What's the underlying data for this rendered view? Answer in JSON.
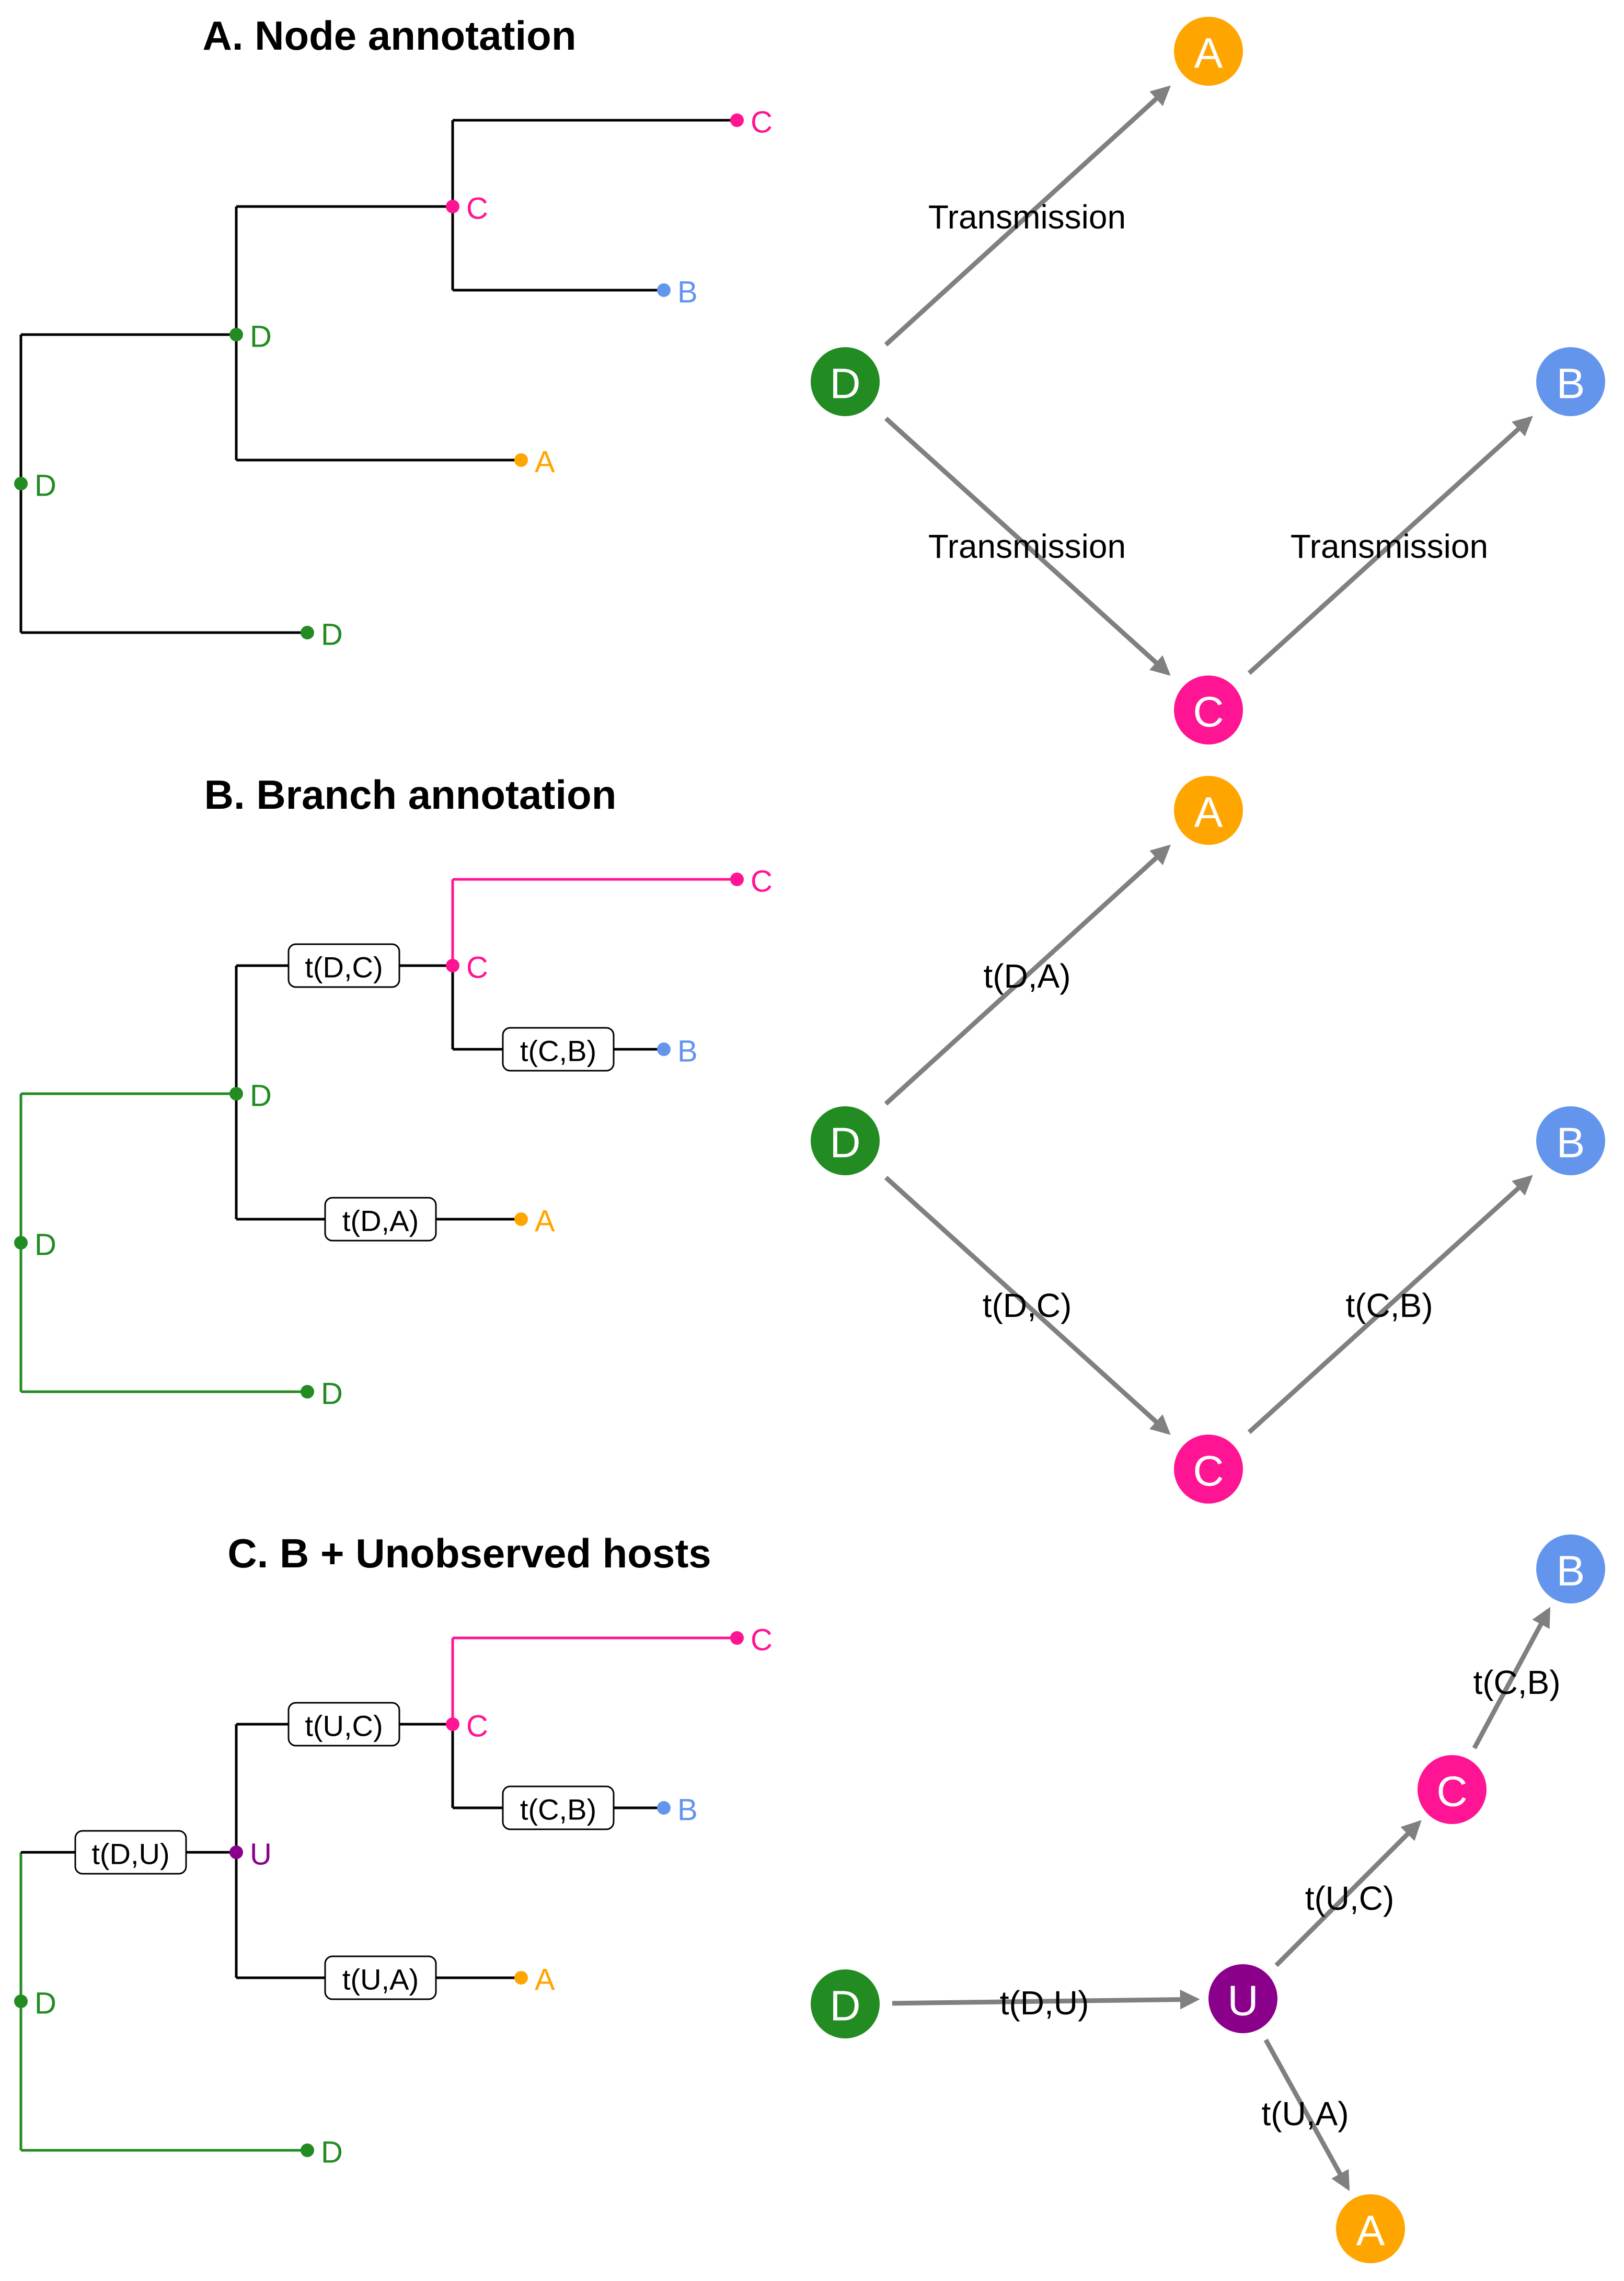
{
  "colors": {
    "D": "#228B22",
    "C": "#FF1493",
    "B": "#6495ED",
    "A": "#FFA500",
    "U": "#8B008B",
    "edge": "#000000",
    "arrow": "#808080"
  },
  "panels": [
    {
      "title": "A. Node annotation",
      "tree": {
        "tips": [
          {
            "label": "C",
            "host": "C"
          },
          {
            "label": "B",
            "host": "B"
          },
          {
            "label": "A",
            "host": "A"
          },
          {
            "label": "D",
            "host": "D"
          }
        ],
        "internal": [
          {
            "label": "C",
            "host": "C"
          },
          {
            "label": "D",
            "host": "D"
          },
          {
            "label": "D",
            "host": "D"
          }
        ],
        "branch_labels": []
      },
      "network": {
        "nodes": [
          {
            "label": "A",
            "host": "A"
          },
          {
            "label": "D",
            "host": "D"
          },
          {
            "label": "B",
            "host": "B"
          },
          {
            "label": "C",
            "host": "C"
          }
        ],
        "edges": [
          {
            "from": "D",
            "to": "A",
            "label": "Transmission"
          },
          {
            "from": "D",
            "to": "C",
            "label": "Transmission"
          },
          {
            "from": "C",
            "to": "B",
            "label": "Transmission"
          }
        ]
      }
    },
    {
      "title": "B. Branch annotation",
      "tree": {
        "tips": [
          {
            "label": "C",
            "host": "C"
          },
          {
            "label": "B",
            "host": "B"
          },
          {
            "label": "A",
            "host": "A"
          },
          {
            "label": "D",
            "host": "D"
          }
        ],
        "internal": [
          {
            "label": "C",
            "host": "C"
          },
          {
            "label": "D",
            "host": "D"
          },
          {
            "label": "D",
            "host": "D"
          }
        ],
        "branch_labels": [
          "t(D,C)",
          "t(C,B)",
          "t(D,A)"
        ]
      },
      "network": {
        "nodes": [
          {
            "label": "A",
            "host": "A"
          },
          {
            "label": "D",
            "host": "D"
          },
          {
            "label": "B",
            "host": "B"
          },
          {
            "label": "C",
            "host": "C"
          }
        ],
        "edges": [
          {
            "from": "D",
            "to": "A",
            "label": "t(D,A)"
          },
          {
            "from": "D",
            "to": "C",
            "label": "t(D,C)"
          },
          {
            "from": "C",
            "to": "B",
            "label": "t(C,B)"
          }
        ]
      }
    },
    {
      "title": "C. B + Unobserved hosts",
      "tree": {
        "tips": [
          {
            "label": "C",
            "host": "C"
          },
          {
            "label": "B",
            "host": "B"
          },
          {
            "label": "A",
            "host": "A"
          },
          {
            "label": "D",
            "host": "D"
          }
        ],
        "internal": [
          {
            "label": "C",
            "host": "C"
          },
          {
            "label": "U",
            "host": "U"
          },
          {
            "label": "D",
            "host": "D"
          }
        ],
        "branch_labels": [
          "t(U,C)",
          "t(C,B)",
          "t(D,U)",
          "t(U,A)"
        ]
      },
      "network": {
        "nodes": [
          {
            "label": "B",
            "host": "B"
          },
          {
            "label": "C",
            "host": "C"
          },
          {
            "label": "D",
            "host": "D"
          },
          {
            "label": "U",
            "host": "U"
          },
          {
            "label": "A",
            "host": "A"
          }
        ],
        "edges": [
          {
            "from": "C",
            "to": "B",
            "label": "t(C,B)"
          },
          {
            "from": "U",
            "to": "C",
            "label": "t(U,C)"
          },
          {
            "from": "D",
            "to": "U",
            "label": "t(D,U)"
          },
          {
            "from": "U",
            "to": "A",
            "label": "t(U,A)"
          }
        ]
      }
    }
  ]
}
